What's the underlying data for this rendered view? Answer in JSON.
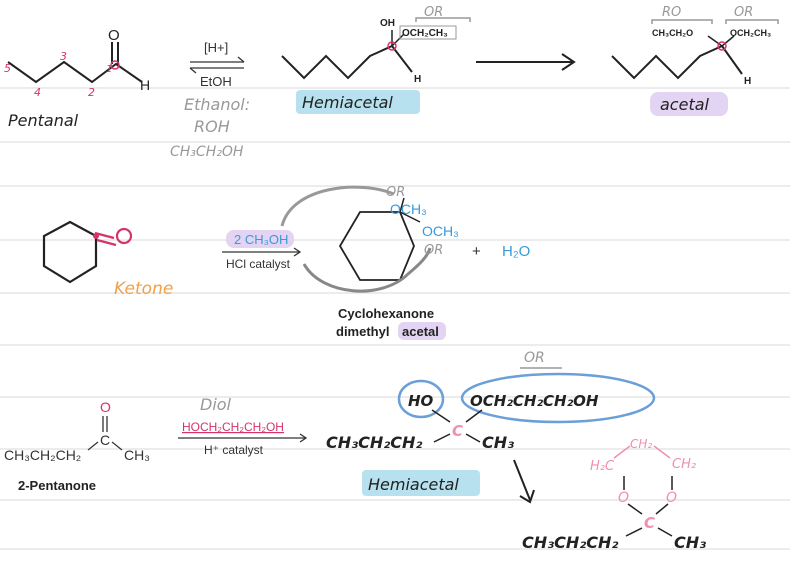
{
  "colors": {
    "ink": "#222222",
    "pink": "#d6336c",
    "light_pink": "#f08fb4",
    "blue": "#3a9ad9",
    "ring_blue": "#6a9fd8",
    "gray": "#999999",
    "orange": "#f0a04b",
    "purple_hl": "#e2d4f2",
    "cyan_hl": "#b7e1ee",
    "rule": "#d8d8d8"
  },
  "section1": {
    "reactant": {
      "carbon_numbers": [
        "5",
        "4",
        "3",
        "2",
        "1"
      ],
      "oxygen": "O",
      "hydrogen": "H",
      "name": "Pentanal"
    },
    "arrow": {
      "top": "[H+]",
      "bottom": "EtOH",
      "note_line1": "Ethanol:",
      "note_line2": "ROH",
      "note_line3": "CH₃CH₂OH"
    },
    "hemiacetal": {
      "oh": "OH",
      "or_top": "OR",
      "ethoxy": "OCH₂CH₃",
      "h": "H",
      "label": "Hemiacetal"
    },
    "acetal": {
      "ro_top": "RO",
      "or_top": "OR",
      "ethoxy_left": "CH₃CH₂O",
      "ethoxy_right": "OCH₂CH₃",
      "h": "H",
      "label": "acetal"
    }
  },
  "section2": {
    "ketone_o": "O",
    "ketone_label": "Ketone",
    "reagent_top": "2 CH₃OH",
    "reagent_bottom": "HCl catalyst",
    "product_or_top": "OR",
    "product_och3_1": "OCH₃",
    "product_och3_2": "OCH₃",
    "product_or_bottom": "OR",
    "plus": "+",
    "water": "H₂O",
    "product_name_line1": "Cyclohexanone",
    "product_name_line2_a": "dimethyl",
    "product_name_line2_b": "acetal"
  },
  "section3": {
    "ketone_o": "O",
    "ketone_c": "C",
    "left_chain": "CH₃CH₂CH₂",
    "right_ch3": "CH₃",
    "name": "2-Pentanone",
    "diol_note": "Diol",
    "reagent_top": "HOCH₂CH₂CH₂OH",
    "reagent_bottom": "H⁺ catalyst",
    "hemi_or": "OR",
    "hemi_ho": "HO",
    "hemi_chain_o": "OCH₂CH₂CH₂OH",
    "hemi_c": "C",
    "hemi_left": "CH₃CH₂CH₂",
    "hemi_right": "CH₃",
    "hemi_label": "Hemiacetal",
    "cyclic_ch2_top": "CH₂",
    "cyclic_h2c": "H₂C",
    "cyclic_ch2_right": "CH₂",
    "cyclic_o_left": "O",
    "cyclic_o_right": "O",
    "cyclic_c": "C",
    "cyclic_left": "CH₃CH₂CH₂",
    "cyclic_right": "CH₃"
  }
}
